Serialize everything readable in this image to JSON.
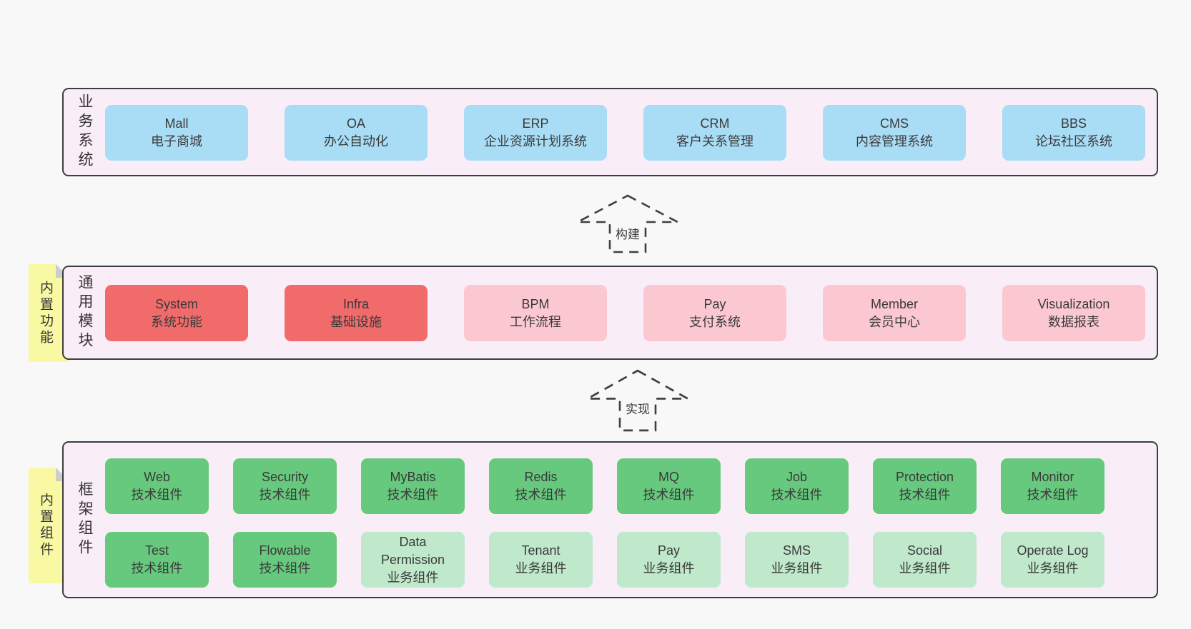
{
  "colors": {
    "page_bg": "#f8f8f8",
    "panel_fill": "#f9eef7",
    "panel_border": "#3d3d3d",
    "box_blue": "#a9dcf5",
    "box_red": "#f16b6b",
    "box_pink": "#fbc8d2",
    "box_green": "#67c97d",
    "box_light_green": "#c0e8ca",
    "note_yellow": "#f9f9a3",
    "arrow_stroke": "#3f3f3f"
  },
  "sections": [
    {
      "label": "业务系统",
      "boxes": [
        {
          "title": "Mall",
          "subtitle": "电子商城"
        },
        {
          "title": "OA",
          "subtitle": "办公自动化"
        },
        {
          "title": "ERP",
          "subtitle": "企业资源计划系统"
        },
        {
          "title": "CRM",
          "subtitle": "客户关系管理"
        },
        {
          "title": "CMS",
          "subtitle": "内容管理系统"
        },
        {
          "title": "BBS",
          "subtitle": "论坛社区系统"
        }
      ]
    },
    {
      "label": "通用模块",
      "note": "内置功能",
      "boxes": [
        {
          "title": "System",
          "subtitle": "系统功能"
        },
        {
          "title": "Infra",
          "subtitle": "基础设施"
        },
        {
          "title": "BPM",
          "subtitle": "工作流程"
        },
        {
          "title": "Pay",
          "subtitle": "支付系统"
        },
        {
          "title": "Member",
          "subtitle": "会员中心"
        },
        {
          "title": "Visualization",
          "subtitle": "数据报表"
        }
      ]
    },
    {
      "label": "框架组件",
      "note": "内置组件",
      "rows": [
        [
          {
            "title": "Web",
            "subtitle": "技术组件"
          },
          {
            "title": "Security",
            "subtitle": "技术组件"
          },
          {
            "title": "MyBatis",
            "subtitle": "技术组件"
          },
          {
            "title": "Redis",
            "subtitle": "技术组件"
          },
          {
            "title": "MQ",
            "subtitle": "技术组件"
          },
          {
            "title": "Job",
            "subtitle": "技术组件"
          },
          {
            "title": "Protection",
            "subtitle": "技术组件"
          },
          {
            "title": "Monitor",
            "subtitle": "技术组件"
          }
        ],
        [
          {
            "title": "Test",
            "subtitle": "技术组件"
          },
          {
            "title": "Flowable",
            "subtitle": "技术组件"
          },
          {
            "title": "Data Permission",
            "subtitle": "业务组件"
          },
          {
            "title": "Tenant",
            "subtitle": "业务组件"
          },
          {
            "title": "Pay",
            "subtitle": "业务组件"
          },
          {
            "title": "SMS",
            "subtitle": "业务组件"
          },
          {
            "title": "Social",
            "subtitle": "业务组件"
          },
          {
            "title": "Operate Log",
            "subtitle": "业务组件"
          }
        ]
      ]
    }
  ],
  "arrows": [
    {
      "label": "构建"
    },
    {
      "label": "实现"
    }
  ]
}
